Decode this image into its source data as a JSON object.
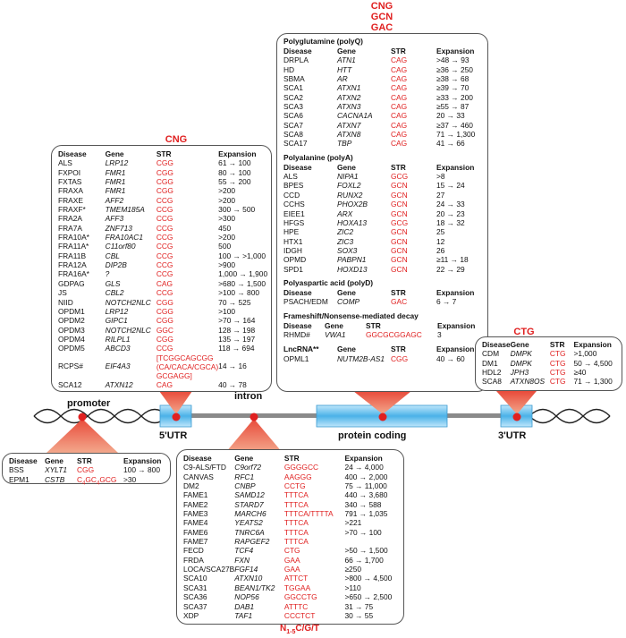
{
  "cng_title": "CNG",
  "cng": {
    "headers": [
      "Disease",
      "Gene",
      "STR",
      "Expansion"
    ],
    "rows": [
      [
        "ALS",
        "LRP12",
        "CGG",
        "61 → 100"
      ],
      [
        "FXPOI",
        "FMR1",
        "CGG",
        "80 → 100"
      ],
      [
        "FXTAS",
        "FMR1",
        "CGG",
        "55 → 200"
      ],
      [
        "FRAXA",
        "FMR1",
        "CGG",
        ">200"
      ],
      [
        "FRAXE",
        "AFF2",
        "CCG",
        ">200"
      ],
      [
        "FRAXF*",
        "TMEM185A",
        "CCG",
        "300 → 500"
      ],
      [
        "FRA2A",
        "AFF3",
        "CCG",
        ">300"
      ],
      [
        "FRA7A",
        "ZNF713",
        "CCG",
        "450"
      ],
      [
        "FRA10A*",
        "FRA10AC1",
        "CCG",
        ">200"
      ],
      [
        "FRA11A*",
        "C11orf80",
        "CCG",
        "500"
      ],
      [
        "FRA11B",
        "CBL",
        "CCG",
        "100 → >1,000"
      ],
      [
        "FRA12A",
        "DIP2B",
        "CCG",
        ">900"
      ],
      [
        "FRA16A*",
        "?",
        "CCG",
        "1,000 → 1,900"
      ],
      [
        "GDPAG",
        "GLS",
        "CAG",
        ">680 → 1,500"
      ],
      [
        "JS",
        "CBL2",
        "CCG",
        ">100 → 800"
      ],
      [
        "NIID",
        "NOTCH2NLC",
        "CGG",
        "70 → 525"
      ],
      [
        "OPDM1",
        "LRP12",
        "CGG",
        ">100"
      ],
      [
        "OPDM2",
        "GIPC1",
        "CGG",
        ">70 → 164"
      ],
      [
        "OPDM3",
        "NOTCH2NLC",
        "GGC",
        "128 → 198"
      ],
      [
        "OPDM4",
        "RILPL1",
        "CGG",
        "135 → 197"
      ],
      [
        "OPDM5",
        "ABCD3",
        "CCG",
        "118 → 694"
      ],
      [
        "RCPS#",
        "EIF4A3",
        "[TCGGCAGCGG (CA/CACA/CGCA) GCGAGG]",
        "14 → 16"
      ],
      [
        "SCA12",
        "ATXN12",
        "CAG",
        "40 → 78"
      ]
    ]
  },
  "cng_gcn_gac_title": [
    "CNG",
    "GCN",
    "GAC"
  ],
  "polyq": {
    "title": "Polyglutamine (polyQ)",
    "headers": [
      "Disease",
      "Gene",
      "STR",
      "Expansion"
    ],
    "rows": [
      [
        "DRPLA",
        "ATN1",
        "CAG",
        ">48 → 93"
      ],
      [
        "HD",
        "HTT",
        "CAG",
        "≥36 → 250"
      ],
      [
        "SBMA",
        "AR",
        "CAG",
        "≥38 → 68"
      ],
      [
        "SCA1",
        "ATXN1",
        "CAG",
        "≥39 → 70"
      ],
      [
        "SCA2",
        "ATXN2",
        "CAG",
        "≥33 → 200"
      ],
      [
        "SCA3",
        "ATXN3",
        "CAG",
        "≥55 → 87"
      ],
      [
        "SCA6",
        "CACNA1A",
        "CAG",
        "20 → 33"
      ],
      [
        "SCA7",
        "ATXN7",
        "CAG",
        "≥37 → 460"
      ],
      [
        "SCA8",
        "ATXN8",
        "CAG",
        "71 → 1,300"
      ],
      [
        "SCA17",
        "TBP",
        "CAG",
        "41 → 66"
      ]
    ]
  },
  "polya": {
    "title": "Polyalanine (polyA)",
    "headers": [
      "Disease",
      "Gene",
      "STR",
      "Expansion"
    ],
    "rows": [
      [
        "ALS",
        "NIPA1",
        "GCG",
        ">8"
      ],
      [
        "BPES",
        "FOXL2",
        "GCN",
        "15 → 24"
      ],
      [
        "CCD",
        "RUNX2",
        "GCN",
        "27"
      ],
      [
        "CCHS",
        "PHOX2B",
        "GCN",
        "24 → 33"
      ],
      [
        "EIEE1",
        "ARX",
        "GCN",
        "20 → 23"
      ],
      [
        "HFGS",
        "HOXA13",
        "GCG",
        "18 → 32"
      ],
      [
        "HPE",
        "ZIC2",
        "GCN",
        "25"
      ],
      [
        "HTX1",
        "ZIC3",
        "GCN",
        "12"
      ],
      [
        "IDGH",
        "SOX3",
        "GCN",
        "26"
      ],
      [
        "OPMD",
        "PABPN1",
        "GCN",
        "≥11 → 18"
      ],
      [
        "SPD1",
        "HOXD13",
        "GCN",
        "22 → 29"
      ]
    ]
  },
  "polyd": {
    "title": "Polyaspartic acid (polyD)",
    "headers": [
      "Disease",
      "Gene",
      "STR",
      "Expansion"
    ],
    "rows": [
      [
        "PSACH/EDM",
        "COMP",
        "GAC",
        "6 → 7"
      ]
    ]
  },
  "nmd": {
    "title": "Frameshift/Nonsense-mediated decay",
    "headers": [
      "Disease",
      "Gene",
      "STR",
      "Expansion"
    ],
    "rows": [
      [
        "RHMD#",
        "VWA1",
        "GGCGCGGAGC",
        "3"
      ]
    ]
  },
  "lncrna": {
    "title": "LncRNA**",
    "headers": [
      "Gene",
      "STR",
      "Expansion"
    ],
    "rows": [
      [
        "OPML1",
        "NUTM2B-AS1",
        "CGG",
        "40 → 60"
      ]
    ]
  },
  "ctg_title": "CTG",
  "ctg": {
    "headers": [
      "Disease",
      "Gene",
      "STR",
      "Expansion"
    ],
    "rows": [
      [
        "CDM",
        "DMPK",
        "CTG",
        ">1,000"
      ],
      [
        "DM1",
        "DMPK",
        "CTG",
        "50 → 4,500"
      ],
      [
        "HDL2",
        "JPH3",
        "CTG",
        "≥40"
      ],
      [
        "SCA8",
        "ATXN8OS",
        "CTG",
        "71 → 1,300"
      ]
    ]
  },
  "promoter": {
    "headers": [
      "Disease",
      "Gene",
      "STR",
      "Expansion"
    ],
    "rows": [
      [
        "BSS",
        "XYLT1",
        "CGG",
        "100 → 800"
      ],
      [
        "EPM1",
        "CSTB",
        "C4GC4GCG",
        ">30"
      ]
    ]
  },
  "intron": {
    "headers": [
      "Disease",
      "Gene",
      "STR",
      "Expansion"
    ],
    "rows": [
      [
        "C9-ALS/FTD",
        "C9orf72",
        "GGGGCC",
        "24 → 4,000"
      ],
      [
        "CANVAS",
        "RFC1",
        "AAGGG",
        "400 → 2,000"
      ],
      [
        "DM2",
        "CNBP",
        "CCTG",
        "75 → 11,000"
      ],
      [
        "FAME1",
        "SAMD12",
        "TTTCA",
        "440 → 3,680"
      ],
      [
        "FAME2",
        "STARD7",
        "TTTCA",
        "340 → 588"
      ],
      [
        "FAME3",
        "MARCH6",
        "TTTCA/TTTTA",
        "791 → 1,035"
      ],
      [
        "FAME4",
        "YEATS2",
        "TTTCA",
        ">221"
      ],
      [
        "FAME6",
        "TNRC6A",
        "TTTCA",
        ">70 → 100"
      ],
      [
        "FAME7",
        "RAPGEF2",
        "TTTCA",
        ""
      ],
      [
        "FECD",
        "TCF4",
        "CTG",
        ">50 → 1,500"
      ],
      [
        "FRDA",
        "FXN",
        "GAA",
        "66 → 1,700"
      ],
      [
        "LOCA/SCA27B",
        "FGF14",
        "GAA",
        "≥250"
      ],
      [
        "SCA10",
        "ATXN10",
        "ATTCT",
        ">800 → 4,500"
      ],
      [
        "SCA31",
        "BEAN1/TK2",
        "TGGAA",
        ">110"
      ],
      [
        "SCA36",
        "NOP56",
        "GGCCTG",
        ">650 → 2,500"
      ],
      [
        "SCA37",
        "DAB1",
        "ATTTC",
        "31 → 75"
      ],
      [
        "XDP",
        "TAF1",
        "CCCTCT",
        "30 → 55"
      ]
    ]
  },
  "intron_footer": "N1-5C/G/T",
  "labels": {
    "promoter": "promoter",
    "intron": "intron",
    "utr5": "5'UTR",
    "coding": "protein coding",
    "utr3": "3'UTR"
  },
  "colors": {
    "red": "#e02020",
    "blue": "#5bb8ea",
    "gray": "#8a8a8a"
  }
}
